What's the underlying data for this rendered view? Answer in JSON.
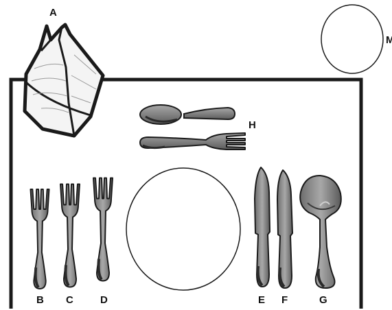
{
  "labels": {
    "napkin": "A",
    "salad_fork": "B",
    "fish_fork": "C",
    "dinner_fork": "D",
    "dinner_knife": "E",
    "fish_knife": "F",
    "soup_spoon": "G",
    "dessert_utensils": "H",
    "bread_plate": "M"
  },
  "colors": {
    "outline": "#1a1a1a",
    "cutlery_fill": "#8c8c8c",
    "cutlery_shadow": "#3a3a3a",
    "plate_fill": "#ffffff",
    "napkin_fill": "#f4f4f4"
  },
  "icons": {
    "napkin": "folded-napkin-icon",
    "fork": "fork-icon",
    "knife": "knife-icon",
    "spoon": "spoon-icon",
    "plate": "plate-icon"
  }
}
